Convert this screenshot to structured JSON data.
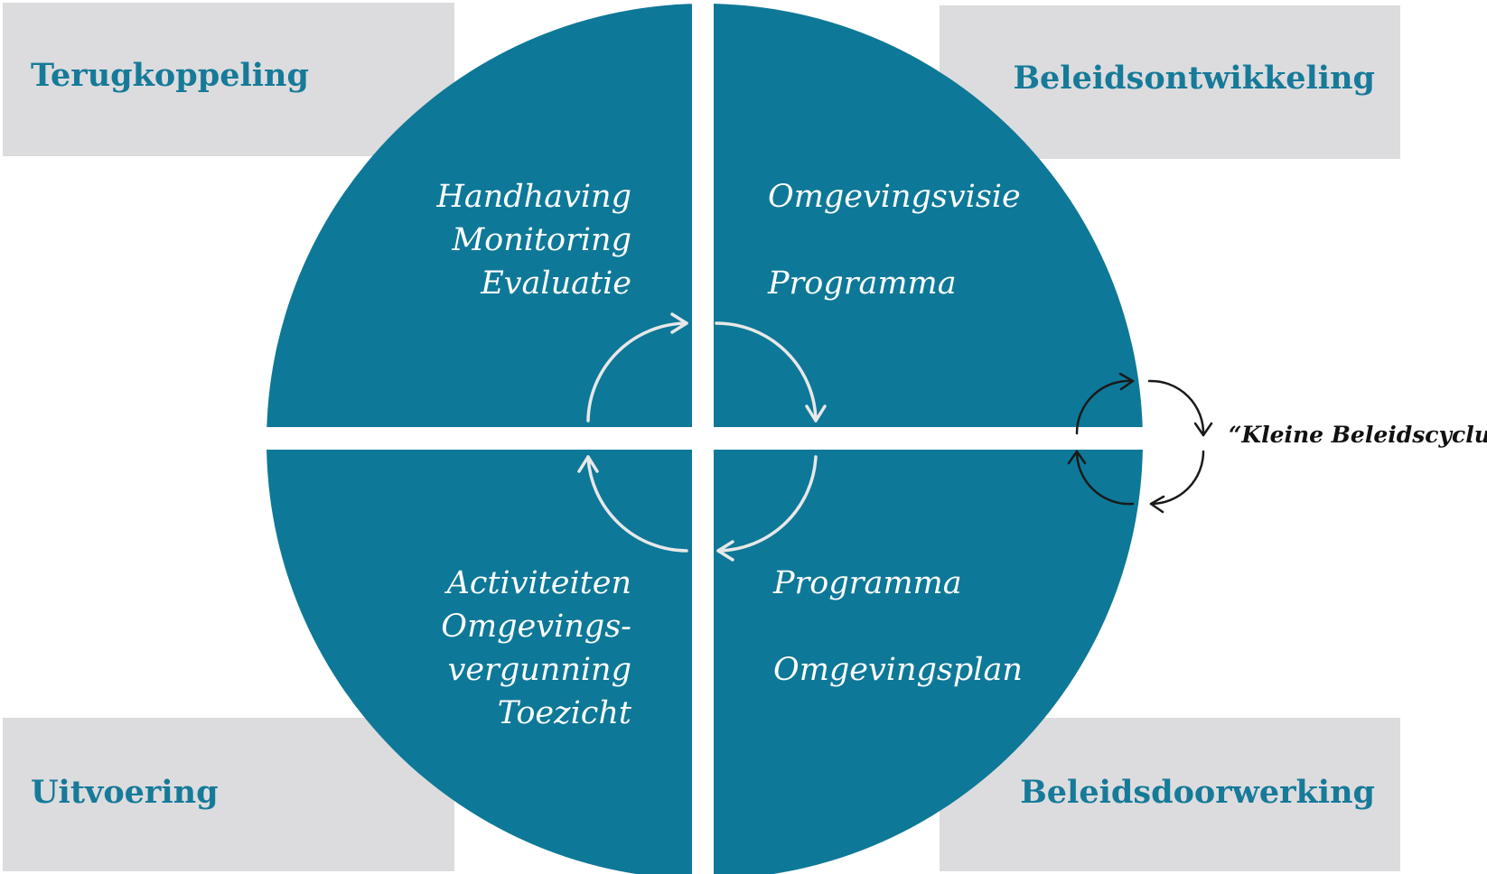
{
  "phases": {
    "top_left": "Terugkoppeling",
    "top_right": "Beleidsontwikkeling",
    "bottom_left": "Uitvoering",
    "bottom_right": "Beleidsdoorwerking"
  },
  "quadrants": {
    "top_left": [
      "Handhaving",
      "Monitoring",
      "Evaluatie"
    ],
    "top_right": [
      "Omgevingsvisie",
      "Programma"
    ],
    "bottom_left": [
      "Activiteiten",
      "Omgevings-",
      "vergunning",
      "Toezicht"
    ],
    "bottom_right": [
      "Programma",
      "Omgevingsplan"
    ]
  },
  "small_cycle_label": "“Kleine Beleidscyclus",
  "colors": {
    "quadrant": "#0e7898",
    "band": "#dcdcde",
    "phase_text": "#167a99"
  }
}
